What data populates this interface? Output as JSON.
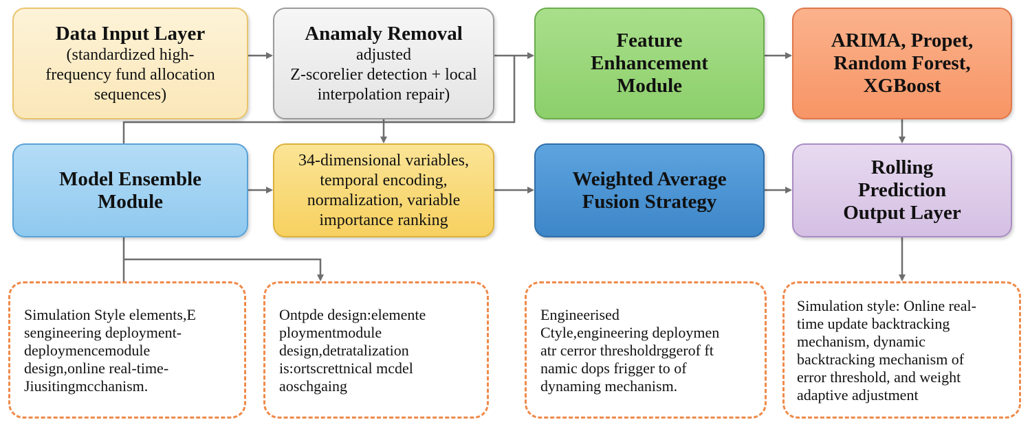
{
  "boxes": {
    "input": {
      "title": "Data Input Layer",
      "lines": [
        "(standardized high-",
        "frequency fund allocation",
        "sequences)"
      ]
    },
    "anomaly": {
      "title": "Anamaly Removal",
      "lines": [
        "adjusted",
        "Z-scorelier detection + local",
        "interpolation repair)"
      ]
    },
    "feature": {
      "lines": [
        "Feature",
        "Enhancement",
        "Module"
      ]
    },
    "arima": {
      "lines": [
        "ARIMA, Propet,",
        "Random Forest,",
        "XGBoost"
      ]
    },
    "ensemble": {
      "lines": [
        "Model Ensemble",
        "Module"
      ]
    },
    "vars": {
      "lines": [
        "34-dimensional variables,",
        "temporal encoding,",
        "normalization, variable",
        "importance ranking"
      ]
    },
    "weighted": {
      "lines": [
        "Weighted Average",
        "Fusion Strategy"
      ]
    },
    "rolling": {
      "lines": [
        "Rolling",
        "Prediction",
        "Output Layer"
      ]
    }
  },
  "notes": {
    "n1": [
      "Simulation Style elements,E",
      "sengineering deployment-",
      "deploymencemodule",
      "design,online real-time-",
      "Jiusitingmcchanism."
    ],
    "n2": [
      "Ontpde design:elemente",
      "ploymentmodule",
      "design,detratalization",
      "is:ortscrettnical mcdel",
      "aoschgaing"
    ],
    "n3": [
      "Engineerised",
      "Ctyle,engineering deploymen",
      "atr cerror thresholdrggerof ft",
      "namic dops frigger to of",
      "dynaming mechanism."
    ],
    "n4": [
      "Simulation style: Online real-",
      "time update backtracking",
      "mechanism, dynamic",
      "backtracking mechanism of",
      "error threshold, and weight",
      "adaptive adjustment"
    ]
  },
  "colors": {
    "connector": "#6e6e6e",
    "note_border": "#ef8a4a"
  }
}
